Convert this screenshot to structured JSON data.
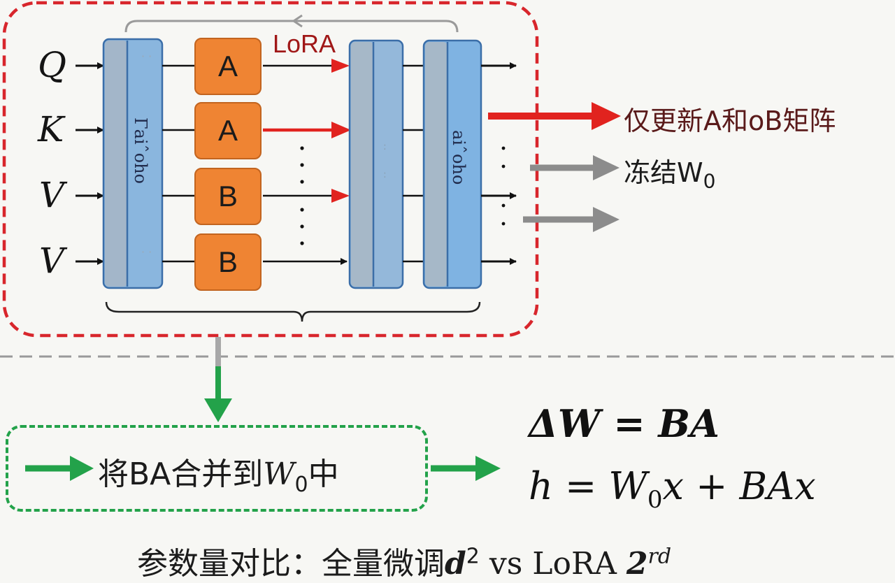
{
  "inputs": [
    "Q",
    "K",
    "V",
    "V"
  ],
  "lora_label": "LoRA",
  "blocks": [
    "A",
    "A",
    "B",
    "B"
  ],
  "left_matrix_label": "Γaiˆoho",
  "right_matrix_label": "aiˆoho",
  "notes": {
    "update_only": "仅更新A和oB矩阵",
    "freeze_prefix": "冻结W",
    "freeze_sub": "0"
  },
  "merge": {
    "prefix": "将BA合并到",
    "w": "W",
    "sub": "0",
    "suffix": "中"
  },
  "formulas": {
    "delta_w": "ΔW = BA",
    "h_prefix": "h = W",
    "h_sub": "0",
    "h_suffix": "x + BAx"
  },
  "comparison": {
    "prefix": "参数量对比：全量微调",
    "d": "d",
    "d_sup": "2",
    "mid": " vs LoRA ",
    "two": "2",
    "rd_sup": "rd"
  },
  "colors": {
    "red_dashed": "#d8262c",
    "green": "#23a24a",
    "orange_block": "#ef8433",
    "blue_matrix": "#8ab6de",
    "gray_arrow": "#8c8c8c",
    "dark_red_text": "#5a1a1a"
  }
}
